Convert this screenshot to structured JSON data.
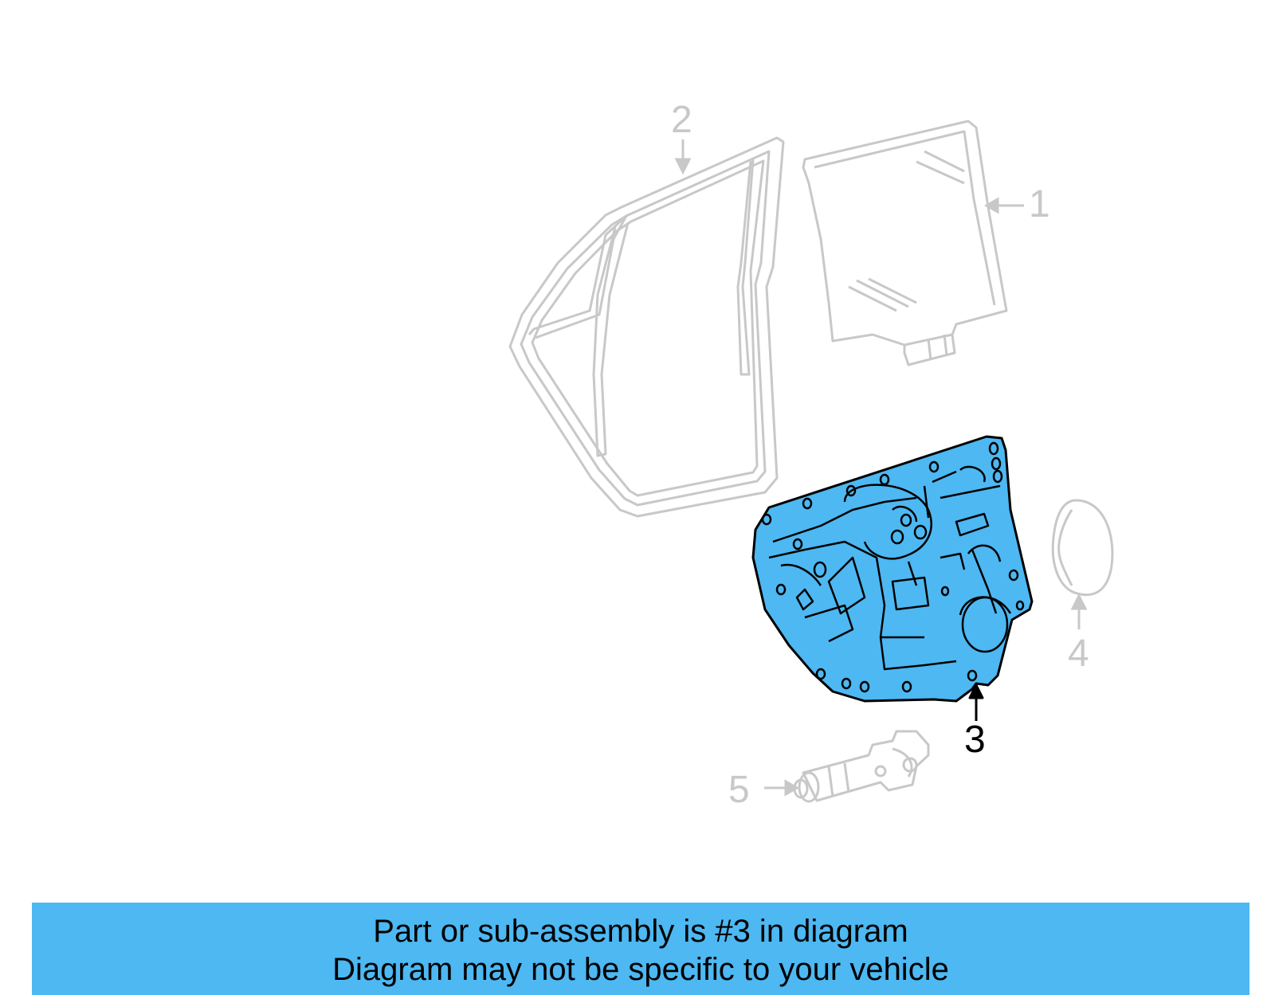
{
  "callouts": {
    "part_1": "1",
    "part_2": "2",
    "part_3": "3",
    "part_4": "4",
    "part_5": "5"
  },
  "highlighted_part": "3",
  "banner": {
    "line1": "Part or sub-assembly is #3 in diagram",
    "line2": "Diagram may not be specific to your vehicle"
  },
  "colors": {
    "highlight_fill": "#4db8f2",
    "muted_stroke": "#c8c8c8",
    "banner_bg": "#4db8f2"
  }
}
